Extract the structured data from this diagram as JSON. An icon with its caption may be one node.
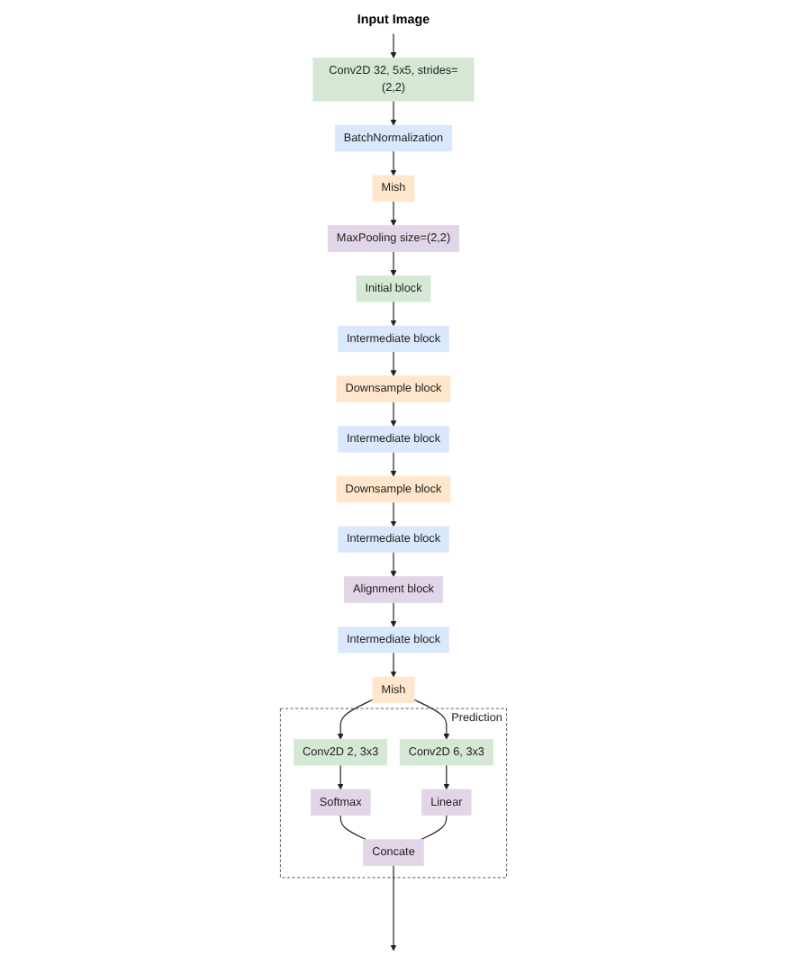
{
  "diagram": {
    "nodes": [
      {
        "text": [
          "Input Image"
        ]
      },
      {
        "text": [
          "Conv2D 32, 5x5, strides=(2,2)"
        ]
      },
      {
        "text": [
          "BatchNormalization"
        ]
      },
      {
        "text": [
          "Mish"
        ]
      },
      {
        "text": [
          "MaxPooling size=(2,2)"
        ]
      },
      {
        "text": [
          "Initial block"
        ]
      },
      {
        "text": [
          "Intermediate block"
        ]
      },
      {
        "text": [
          "Downsample block"
        ]
      },
      {
        "text": [
          "Intermediate block"
        ]
      },
      {
        "text": [
          "Downsample block"
        ]
      },
      {
        "text": [
          "Intermediate block"
        ]
      },
      {
        "text": [
          "Alignment block"
        ]
      },
      {
        "text": [
          "Intermediate block"
        ]
      },
      {
        "text": [
          "Mish"
        ]
      },
      {
        "text": [
          "Prediction"
        ]
      },
      {
        "text": [
          "Concate"
        ],
        "in": 14
      },
      {
        "text": [
          "Softmax"
        ],
        "in": 14
      },
      {
        "text": [
          "Linear"
        ],
        "in": 14
      },
      {
        "text": [
          "Conv2D 2, 3x3"
        ],
        "in": 14
      },
      {
        "text": [
          "Conv2D 6, 3x3"
        ],
        "in": 14
      }
    ],
    "edges": [
      {
        "from": 0,
        "to": 1,
        "arrow": "to"
      },
      {
        "from": 1,
        "to": 2,
        "arrow": "to"
      },
      {
        "from": 2,
        "to": 3,
        "arrow": "to"
      },
      {
        "from": 3,
        "to": 4,
        "arrow": "to"
      },
      {
        "from": 4,
        "to": 5,
        "arrow": "to"
      },
      {
        "from": 5,
        "to": 6,
        "arrow": "to"
      },
      {
        "from": 6,
        "to": 7,
        "arrow": "to"
      },
      {
        "from": 7,
        "to": 8,
        "arrow": "to"
      },
      {
        "from": 8,
        "to": 9,
        "arrow": "to"
      },
      {
        "from": 9,
        "to": 10,
        "arrow": "to"
      },
      {
        "from": 10,
        "to": 11,
        "arrow": "to"
      },
      {
        "from": 11,
        "to": 12,
        "arrow": "to"
      },
      {
        "from": 12,
        "to": 13,
        "arrow": "to"
      },
      {
        "from": 13,
        "to": 18,
        "arrow": "to"
      },
      {
        "from": 13,
        "to": 19,
        "arrow": "to"
      },
      {
        "from": 18,
        "to": 16,
        "arrow": "to"
      },
      {
        "from": 19,
        "to": 17,
        "arrow": "to"
      },
      {
        "from": 16,
        "to": 15,
        "arrow": "none"
      },
      {
        "from": 17,
        "to": 15,
        "arrow": "none"
      },
      {
        "from": 15,
        "to": null,
        "arrow": "to"
      }
    ]
  }
}
